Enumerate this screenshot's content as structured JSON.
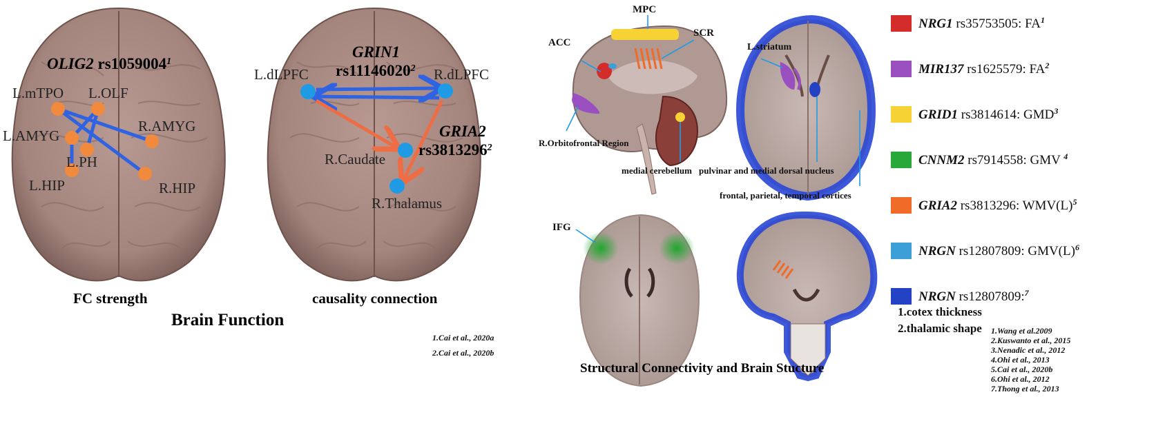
{
  "colors": {
    "brain": "#a98a83",
    "brain_dark": "#7d5f58",
    "orange_node": "#f18a3d",
    "blue_node": "#1f9be6",
    "blue_line": "#2f63e2",
    "orange_line": "#ee6d45",
    "slice": "#b9a7a2",
    "cortex_blue": "#2946d6"
  },
  "left_panel": {
    "fc": {
      "gene": "OLIG2",
      "snp": "rs1059004",
      "sup": "1",
      "caption": "FC strength",
      "nodes": [
        "L.mTPO",
        "L.OLF",
        "R.AMYG",
        "L.AMYG",
        "L.PH",
        "L.HIP",
        "R.HIP"
      ]
    },
    "causality": {
      "gene1": "GRIN1",
      "snp1": "rs11146020",
      "sup1": "2",
      "gene2": "GRIA2",
      "snp2": "rs3813296",
      "sup2": "2",
      "caption": "causality connection",
      "nodes": [
        "L.dLPFC",
        "R.dLPFC",
        "R.Caudate",
        "R.Thalamus"
      ]
    },
    "section_title": "Brain Function",
    "refs": [
      "1.Cai et al., 2020a",
      "2.Cai et al., 2020b"
    ]
  },
  "right_panel": {
    "labels": {
      "mpc": "MPC",
      "scr": "SCR",
      "acc": "ACC",
      "orbito": "R.Orbitofrontal Region",
      "cerebellum": "medial cerebellum",
      "striatum": "L.striatum",
      "pulvinar": "pulvinar and medial dorsal nucleus",
      "cortices": "frontal, parietal, temporal cortices",
      "ifg": "IFG"
    },
    "section_title": "Structural Connectivity and Brain Stucture"
  },
  "legend": [
    {
      "color": "#d42b2b",
      "gene": "NRG1",
      "text": " rs35753505: FA",
      "sup": "1"
    },
    {
      "color": "#9a4fc0",
      "gene": "MIR137",
      "text": " rs1625579: FA",
      "sup": "2"
    },
    {
      "color": "#f7d234",
      "gene": "GRID1",
      "text": " rs3814614: GMD",
      "sup": "3"
    },
    {
      "color": "#29a83a",
      "gene": "CNNM2",
      "text": " rs7914558: GMV ",
      "sup": "4"
    },
    {
      "color": "#f06a28",
      "gene": "GRIA2",
      "text": " rs3813296: WMV(L)",
      "sup": "5"
    },
    {
      "color": "#3d9fd8",
      "gene": "NRGN",
      "text": " rs12807809: GMV(L)",
      "sup": "6"
    },
    {
      "color": "#2443c4",
      "gene": "NRGN",
      "text": " rs12807809:",
      "sup": "7",
      "extra": [
        "1.cotex thickness",
        "2.thalamic shape"
      ]
    }
  ],
  "right_refs": [
    "1.Wang et al.2009",
    "2.Kuswanto et al., 2015",
    "3.Nenadic et al., 2012",
    "4.Ohi et al., 2013",
    "5.Cai et al., 2020b",
    "6.Ohi et al., 2012",
    "7.Thong et al., 2013"
  ]
}
